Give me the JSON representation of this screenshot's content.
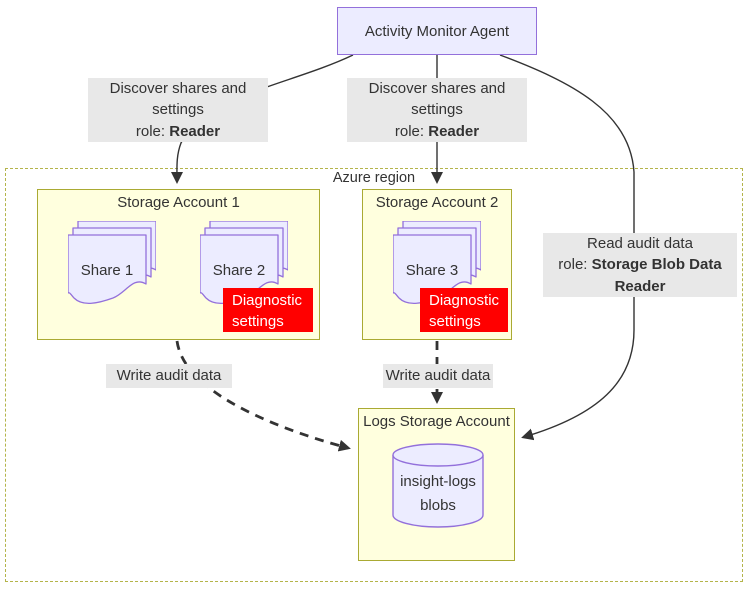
{
  "nodes": {
    "agent": "Activity Monitor Agent",
    "region_label": "Azure region",
    "storage_account_1": "Storage Account 1",
    "storage_account_2": "Storage Account 2",
    "logs_storage_account": "Logs Storage Account",
    "share_1": "Share 1",
    "share_2": "Share 2",
    "share_3": "Share 3",
    "diagnostic_1": {
      "line1": "Diagnostic",
      "line2": "settings"
    },
    "diagnostic_2": {
      "line1": "Diagnostic",
      "line2": "settings"
    },
    "blob_store": {
      "line1": "insight-logs",
      "line2": "blobs"
    }
  },
  "edge_labels": {
    "discover_left": {
      "line1": "Discover shares and",
      "line2": "settings",
      "role_prefix": "role: ",
      "role": "Reader"
    },
    "discover_right": {
      "line1": "Discover shares and",
      "line2": "settings",
      "role_prefix": "role: ",
      "role": "Reader"
    },
    "read_audit": {
      "line1": "Read audit data",
      "role_prefix": "role: ",
      "role_line1": "Storage Blob Data",
      "role_line2": "Reader"
    },
    "write_audit_left": "Write audit data",
    "write_audit_right": "Write audit data"
  },
  "colors": {
    "node_fill": "#ECECFF",
    "node_border": "#9370DB",
    "container_fill": "#ffffde",
    "container_border": "#aaaa33",
    "label_bg": "#e8e8e8",
    "alert_bg": "#ff0000",
    "alert_text": "#ffffff",
    "edge_color": "#333333",
    "region_border": "#b4b44a",
    "text": "#333333"
  }
}
